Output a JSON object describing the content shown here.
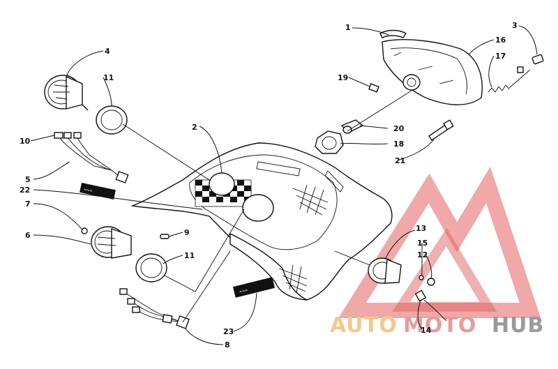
{
  "callouts": {
    "c1": "1",
    "c2": "2",
    "c3": "3",
    "c4": "4",
    "c5": "5",
    "c6": "6",
    "c7": "7",
    "c8": "8",
    "c9": "9",
    "c10": "10",
    "c11a": "11",
    "c11b": "11",
    "c12": "12",
    "c13": "13",
    "c14": "14",
    "c15": "15",
    "c16": "16",
    "c17": "17",
    "c18": "18",
    "c19": "19",
    "c20": "20",
    "c21": "21",
    "c22": "22",
    "c23": "23"
  },
  "watermark": {
    "auto": "AUTO",
    "moto": "MOTO",
    "hub": "HUB",
    "colors": {
      "auto": "#f2c98a",
      "moto": "#e79b9b",
      "hub": "#9a9a9a",
      "triangle": "#e04646"
    }
  },
  "decals": {
    "top_text": "≈≈≈",
    "bottom_text": "≈≈≈"
  }
}
